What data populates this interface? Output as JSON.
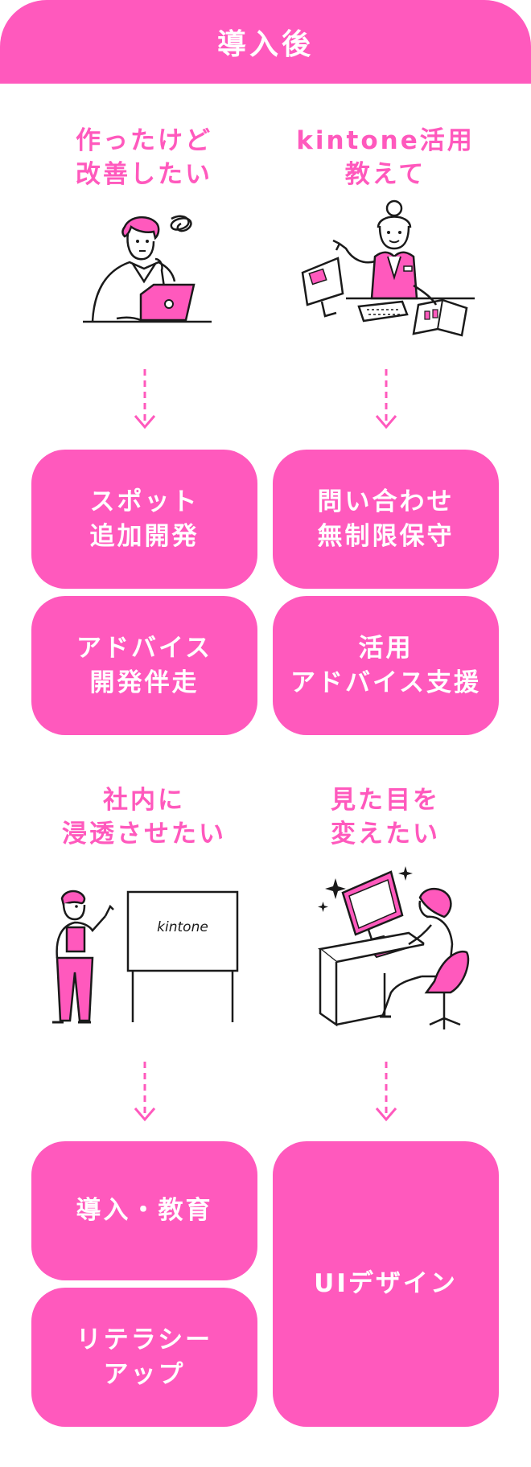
{
  "header": {
    "title": "導入後"
  },
  "colors": {
    "accent": "#ff59bd",
    "ink": "#1a1a1a"
  },
  "sections": [
    {
      "heading": [
        "作ったけど",
        "改善したい"
      ],
      "illustration": "man-thinking-laptop-icon",
      "solutions": [
        {
          "lines": [
            "スポット",
            "追加開発"
          ]
        },
        {
          "lines": [
            "アドバイス",
            "開発伴走"
          ]
        }
      ]
    },
    {
      "heading": [
        "kintone活用",
        "教えて"
      ],
      "illustration": "support-woman-desk-icon",
      "solutions": [
        {
          "lines": [
            "問い合わせ",
            "無制限保守"
          ]
        },
        {
          "lines": [
            "活用",
            "アドバイス支援"
          ]
        }
      ]
    },
    {
      "heading": [
        "社内に",
        "浸透させたい"
      ],
      "illustration": "presenter-whiteboard-icon",
      "whiteboard_text": "kintone",
      "solutions": [
        {
          "lines": [
            "導入・教育"
          ]
        },
        {
          "lines": [
            "リテラシー",
            "アップ"
          ]
        }
      ]
    },
    {
      "heading": [
        "見た目を",
        "変えたい"
      ],
      "illustration": "designer-computer-icon",
      "solutions": [
        {
          "lines": [
            "UIデザイン"
          ]
        }
      ]
    }
  ]
}
